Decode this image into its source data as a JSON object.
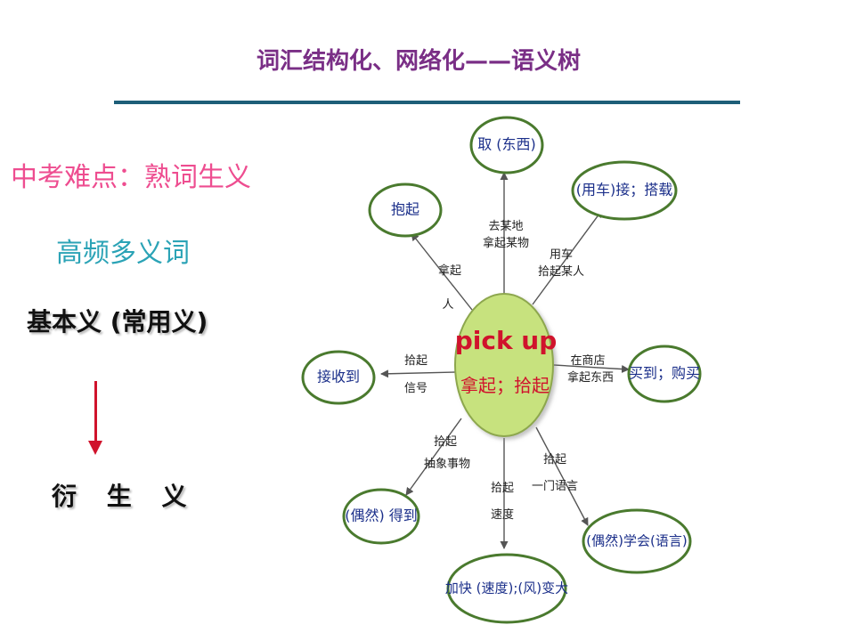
{
  "slide": {
    "title": "词汇结构化、网络化——语义树",
    "subtitle_pink": "中考难点：熟词生义",
    "subtitle_teal": "高频多义词",
    "basic_meaning": "基本义 (常用义)",
    "derived_meaning": "衍 生 义"
  },
  "diagram": {
    "center": {
      "en": "pick up",
      "zh": "拿起；拾起"
    },
    "nodes": {
      "top": "取 (东西)",
      "top_right": "(用车)接；搭载",
      "top_left": "抱起",
      "right": "买到；购买",
      "left": "接收到",
      "bottom_left": "(偶然) 得到",
      "bottom_right": "(偶然)学会(语言)",
      "bottom": "加快 (速度);(风)变大"
    },
    "edges": {
      "top": [
        "去某地",
        "拿起某物"
      ],
      "top_right": [
        "用车",
        "拾起某人"
      ],
      "top_left": [
        "拿起",
        "人"
      ],
      "right": [
        "在商店",
        "拿起东西"
      ],
      "left": [
        "拾起",
        "信号"
      ],
      "bottom_left": [
        "拾起",
        "抽象事物"
      ],
      "bottom": [
        "拾起",
        "速度"
      ],
      "bottom_right": [
        "拾起",
        "一门语言"
      ]
    },
    "colors": {
      "node_border": "#4a7a2e",
      "center_fill": "#c7e27e",
      "center_text": "#d0132c",
      "node_text": "#1b2f8a",
      "line": "#555555"
    }
  }
}
